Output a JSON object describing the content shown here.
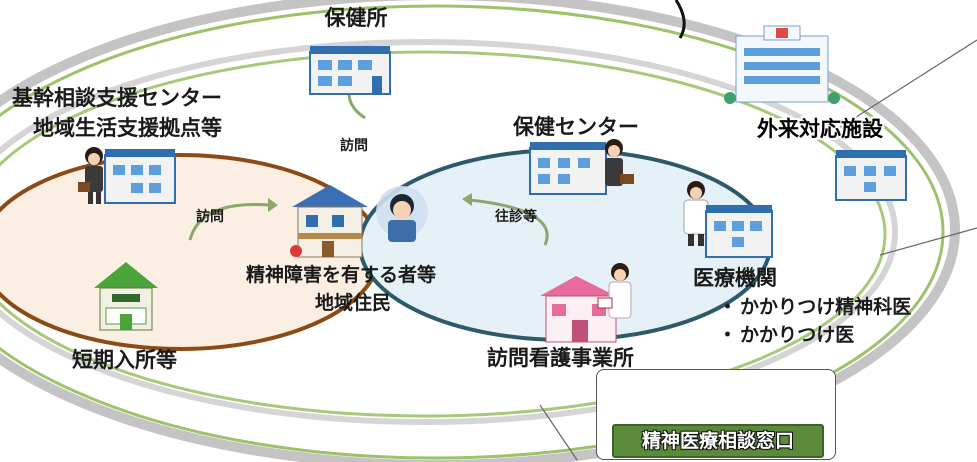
{
  "labels": {
    "hokenjo": "保健所",
    "kikan_center": "基幹相談支援センター",
    "chiiki_kyoten": "地域生活支援拠点等",
    "hoken_center": "保健センター",
    "gairai": "外来対応施設",
    "houmon_top": "訪問",
    "houmon_left": "訪問",
    "oushin": "往診等",
    "seishin_shougai": "精神障害を有する者等",
    "chiiki_jumin": "地域住民",
    "iryou_kikan": "医療機関",
    "kakaritsuke_seishin": "かかりつけ精神科医",
    "kakaritsuke_i": "かかりつけ医",
    "bullet": "・",
    "tanki_nyusho": "短期入所等",
    "houmon_kango": "訪問看護事業所",
    "soudan_madoguchi": "精神医療相談窓口"
  },
  "colors": {
    "outer_ring_grey": "#c8c8c8",
    "outer_ring_green": "#9cc26a",
    "left_ellipse_stroke": "#8b4a16",
    "left_ellipse_fill": "#fbeee2",
    "right_ellipse_stroke": "#2d5a6b",
    "right_ellipse_fill": "#e6f1f7",
    "arrow": "#8aa86a",
    "building_blue": "#2f6fb0",
    "building_wall": "#f2f2f2",
    "window_blue": "#5d9fdc",
    "hospital_green": "#3ea06b",
    "house_green": "#4aa43a",
    "pink_roof": "#e86b9b",
    "label_green": "#5b8a3a"
  }
}
